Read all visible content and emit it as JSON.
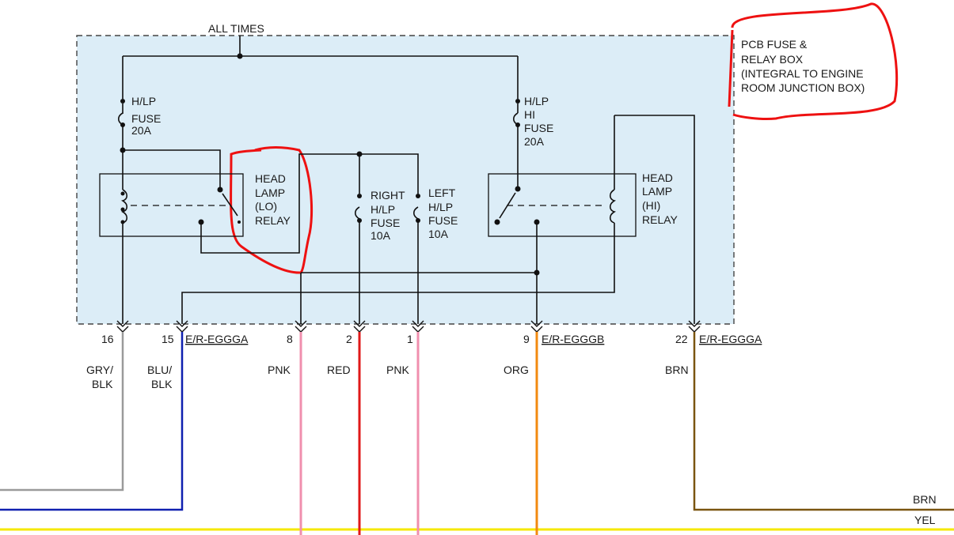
{
  "box_title": "ALL TIMES",
  "box_note": [
    "PCB FUSE &",
    "RELAY BOX",
    "(INTEGRAL TO ENGINE",
    "ROOM JUNCTION BOX)"
  ],
  "fuses": {
    "hlp": [
      "H/LP",
      "FUSE",
      "20A"
    ],
    "hlp_hi": [
      "H/LP",
      "HI",
      "FUSE",
      "20A"
    ],
    "right": [
      "RIGHT",
      "H/LP",
      "FUSE",
      "10A"
    ],
    "left": [
      "LEFT",
      "H/LP",
      "FUSE",
      "10A"
    ]
  },
  "relays": {
    "lo": [
      "HEAD",
      "LAMP",
      "(LO)",
      "RELAY"
    ],
    "hi": [
      "HEAD",
      "LAMP",
      "(HI)",
      "RELAY"
    ]
  },
  "pins": [
    {
      "num": "16",
      "connector": "",
      "wire": [
        "GRY/",
        "BLK"
      ]
    },
    {
      "num": "15",
      "connector": "E/R-EGGGA",
      "wire": [
        "BLU/",
        "BLK"
      ]
    },
    {
      "num": "8",
      "connector": "",
      "wire": [
        "PNK"
      ]
    },
    {
      "num": "2",
      "connector": "",
      "wire": [
        "RED"
      ]
    },
    {
      "num": "1",
      "connector": "",
      "wire": [
        "PNK"
      ]
    },
    {
      "num": "9",
      "connector": "E/R-EGGGB",
      "wire": [
        "ORG"
      ]
    },
    {
      "num": "22",
      "connector": "E/R-EGGGA",
      "wire": [
        "BRN"
      ]
    }
  ],
  "bottom_wires": [
    "BRN",
    "YEL"
  ],
  "colors": {
    "box_fill": "#dcedf7",
    "gry_blk": "#9a9a9a",
    "blu_blk": "#1020b0",
    "pnk": "#f08fae",
    "red": "#e01818",
    "org": "#f28a10",
    "brn": "#7a5510",
    "yel": "#f5e800",
    "annotation": "#ee1111"
  }
}
